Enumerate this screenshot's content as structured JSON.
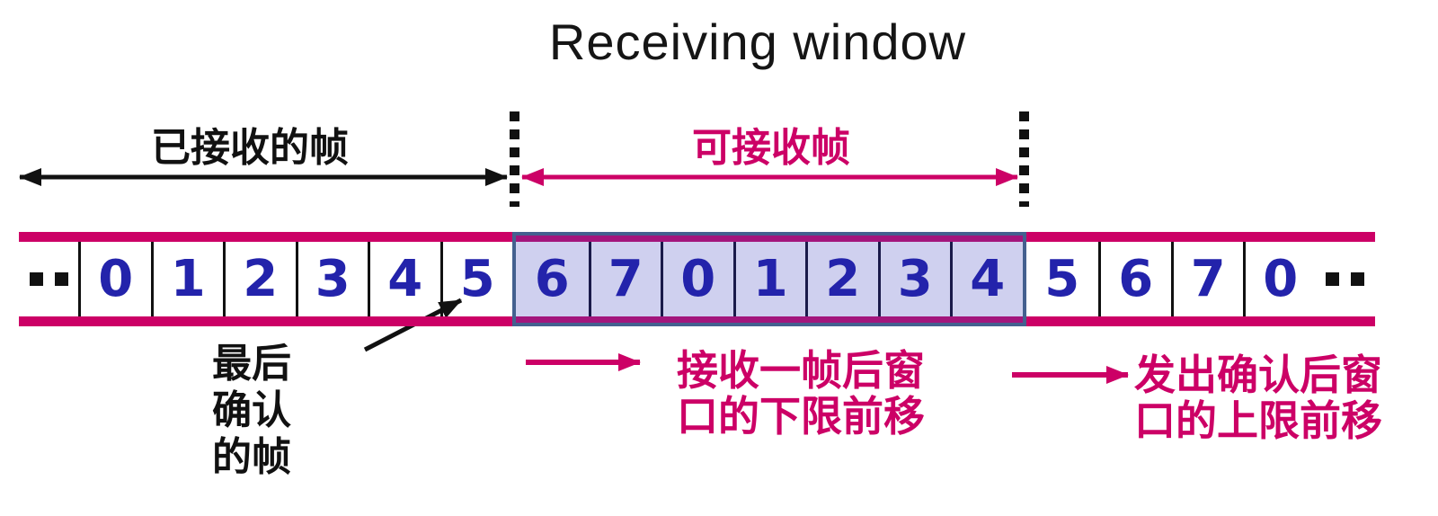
{
  "title": "Receiving window",
  "colors": {
    "accent_magenta": "#CC0066",
    "digit_blue": "#2323AB",
    "window_fill": "#CFD0EF",
    "window_border": "#44608F",
    "window_separator": "#1A1A4A",
    "text_black": "#111111"
  },
  "top_labels": {
    "received_frames": "已接收的帧",
    "receivable_frames": "可接收帧"
  },
  "sequence_strip": {
    "left_overflow": "..",
    "received_cells": [
      "0",
      "1",
      "2",
      "3",
      "4",
      "5"
    ],
    "window_cells": [
      "6",
      "7",
      "0",
      "1",
      "2",
      "3",
      "4"
    ],
    "upcoming_cells": [
      "5",
      "6",
      "7",
      "0"
    ],
    "right_overflow": ".."
  },
  "annotations": {
    "last_acknowledged_frame": {
      "lines": [
        "最后",
        "确认",
        "的帧"
      ]
    },
    "lower_bound_shift": {
      "lines": [
        "接收一帧后窗",
        "口的下限前移"
      ]
    },
    "upper_bound_shift": {
      "lines": [
        "发出确认后窗",
        "口的上限前移"
      ]
    }
  },
  "icons": {
    "continuation_dots": "two-black-squares",
    "received_span_arrow": "black-double-arrow",
    "receivable_span_arrow": "magenta-double-arrow",
    "window_boundary_lines": "black-dotted-vertical",
    "pointer_to_frame5": "black-diagonal-arrow",
    "lower_bound_arrow": "magenta-right-arrow",
    "upper_bound_arrow": "magenta-right-arrow"
  }
}
